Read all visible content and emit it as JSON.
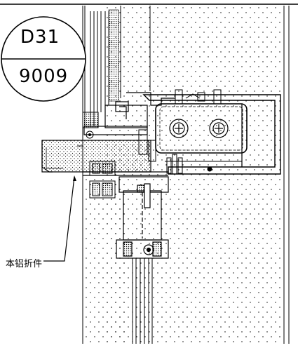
{
  "detail_tag": {
    "detail_code": "D31",
    "drawing_number": "9009"
  },
  "annotations": {
    "part_label": "本铝折件"
  },
  "colors": {
    "line": "#000000",
    "background": "#ffffff"
  }
}
